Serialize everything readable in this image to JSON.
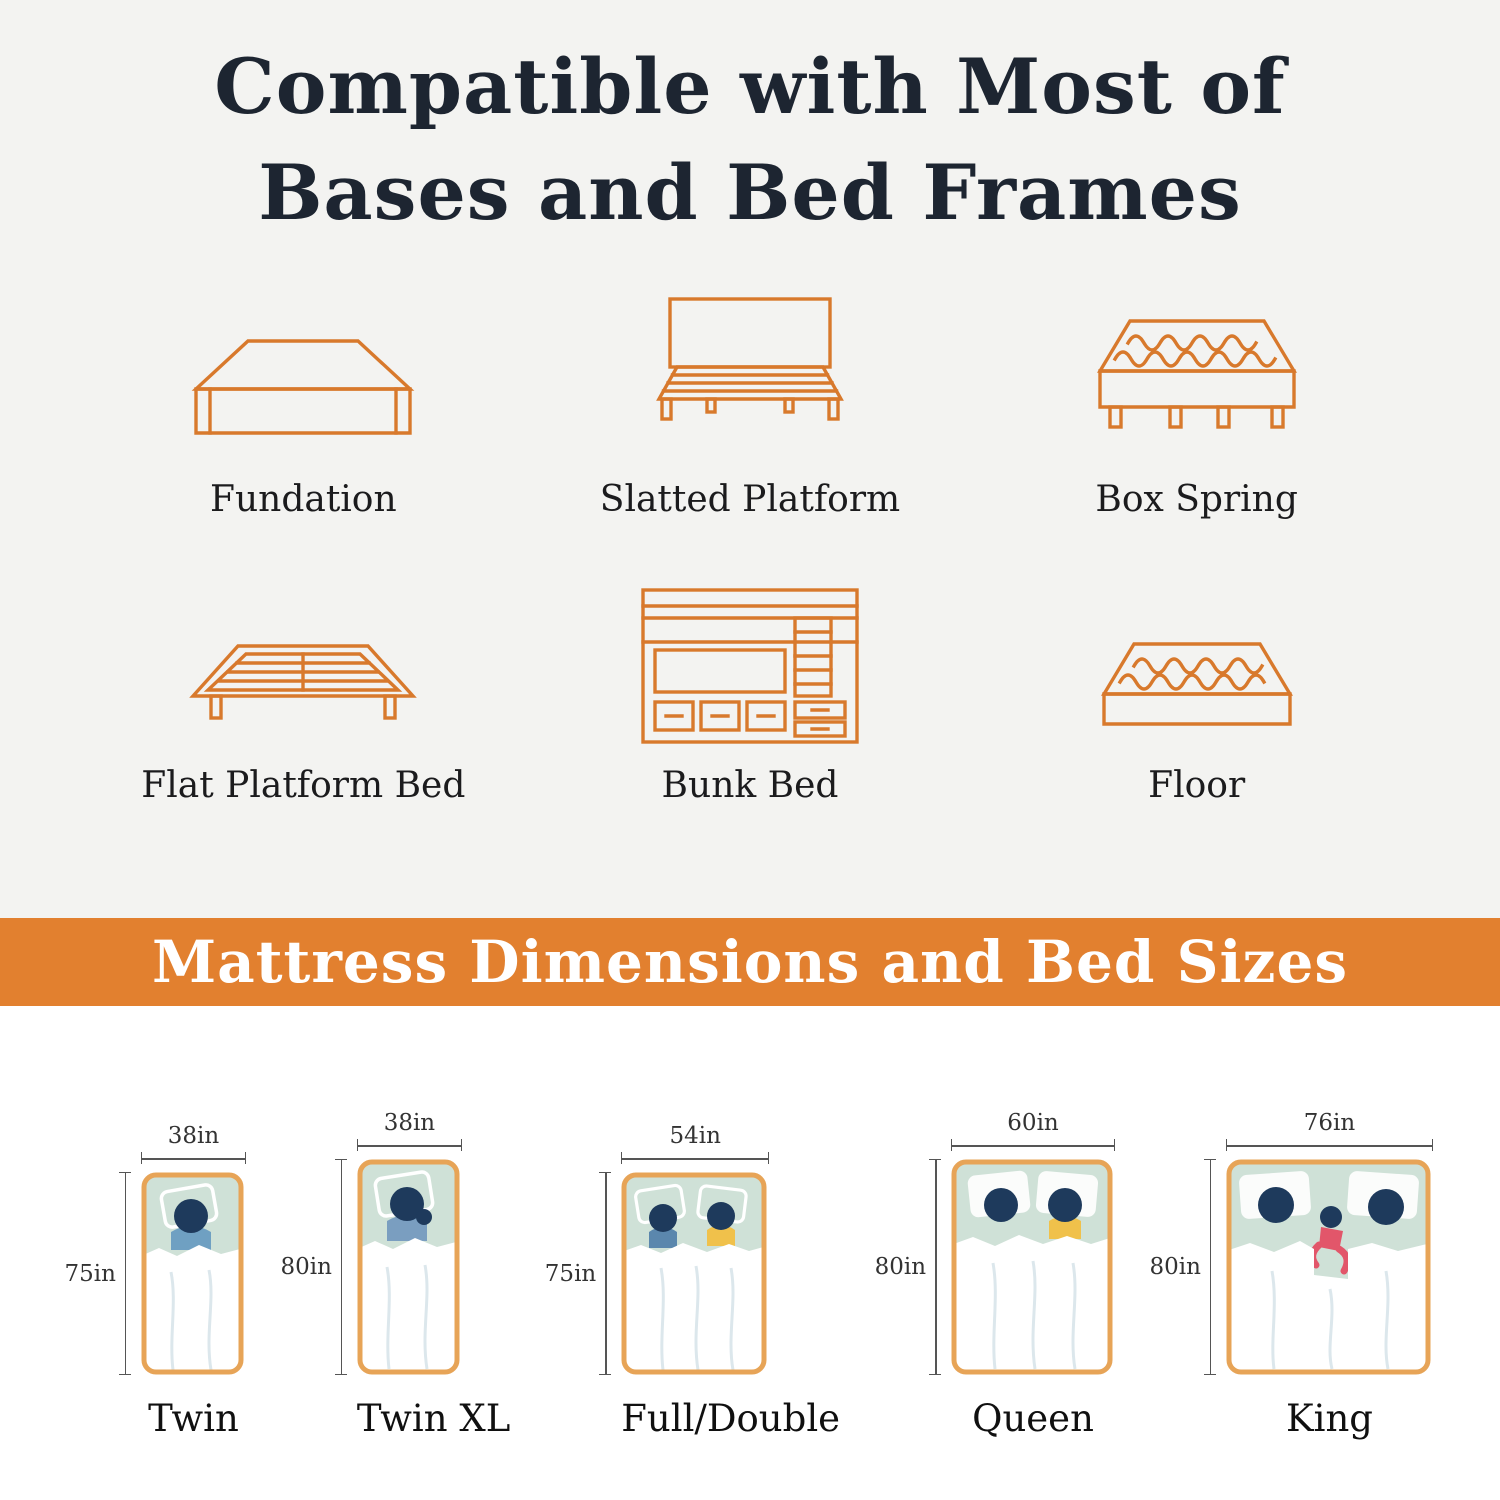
{
  "colors": {
    "accent_orange": "#e2802f",
    "icon_orange": "#d8792c",
    "title_ink": "#1d2531",
    "mattress_sage": "#cfe1d7",
    "mattress_border": "#e7a457",
    "head_navy": "#1e3a5c"
  },
  "header": {
    "title_line1": "Compatible with Most of",
    "title_line2": "Bases and Bed Frames"
  },
  "frames": {
    "items": [
      {
        "label": "Fundation",
        "icon": "foundation-icon"
      },
      {
        "label": "Slatted Platform",
        "icon": "slatted-platform-icon"
      },
      {
        "label": "Box Spring",
        "icon": "box-spring-icon"
      },
      {
        "label": "Flat Platform Bed",
        "icon": "flat-platform-bed-icon"
      },
      {
        "label": "Bunk Bed",
        "icon": "bunk-bed-icon"
      },
      {
        "label": "Floor",
        "icon": "floor-icon"
      }
    ]
  },
  "banner": {
    "text": "Mattress Dimensions and Bed Sizes"
  },
  "mattresses": {
    "items": [
      {
        "name": "Twin",
        "width_label": "38in",
        "height_label": "75in",
        "width_in": 38,
        "height_in": 75
      },
      {
        "name": "Twin XL",
        "width_label": "38in",
        "height_label": "80in",
        "width_in": 38,
        "height_in": 80
      },
      {
        "name": "Full/Double",
        "width_label": "54in",
        "height_label": "75in",
        "width_in": 54,
        "height_in": 75
      },
      {
        "name": "Queen",
        "width_label": "60in",
        "height_label": "80in",
        "width_in": 60,
        "height_in": 80
      },
      {
        "name": "King",
        "width_label": "76in",
        "height_label": "80in",
        "width_in": 76,
        "height_in": 80
      }
    ]
  }
}
